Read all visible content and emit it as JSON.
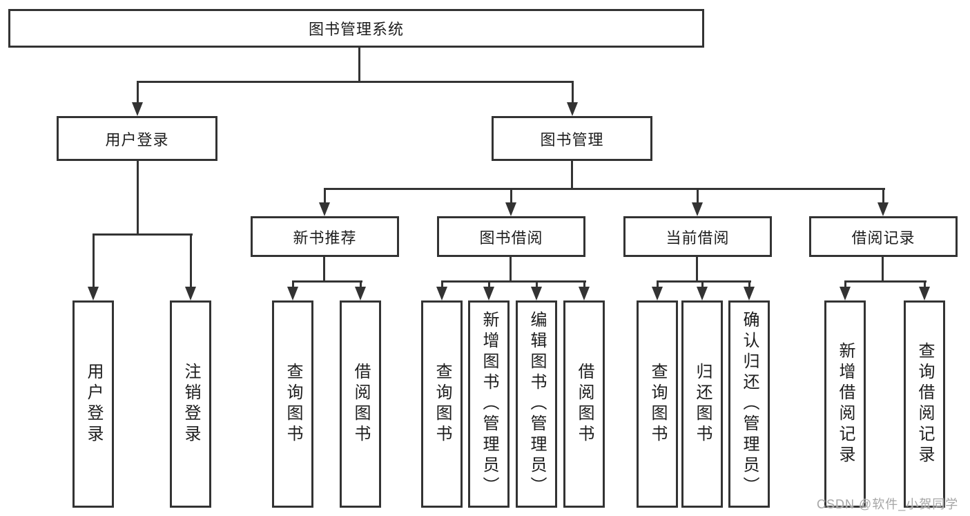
{
  "page": {
    "background": "#ffffff"
  },
  "colors": {
    "line": "#333333",
    "node_border": "#333333",
    "node_text": "#1d1d1d",
    "watermark": "#a6a6a6"
  },
  "watermark": {
    "text": "CSDN @软件_小贺同学"
  },
  "tree": {
    "root": "图书管理系统",
    "branches": [
      {
        "label": "用户登录",
        "children": [
          "用户登录",
          "注销登录"
        ]
      },
      {
        "label": "图书管理",
        "groups": [
          {
            "label": "新书推荐",
            "children": [
              "查询图书",
              "借阅图书"
            ]
          },
          {
            "label": "图书借阅",
            "children": [
              "查询图书",
              "新增图书（管理员）",
              "编辑图书（管理员）",
              "借阅图书"
            ]
          },
          {
            "label": "当前借阅",
            "children": [
              "查询图书",
              "归还图书",
              "确认归还（管理员）"
            ]
          },
          {
            "label": "借阅记录",
            "children": [
              "新增借阅记录",
              "查询借阅记录"
            ]
          }
        ]
      }
    ]
  }
}
